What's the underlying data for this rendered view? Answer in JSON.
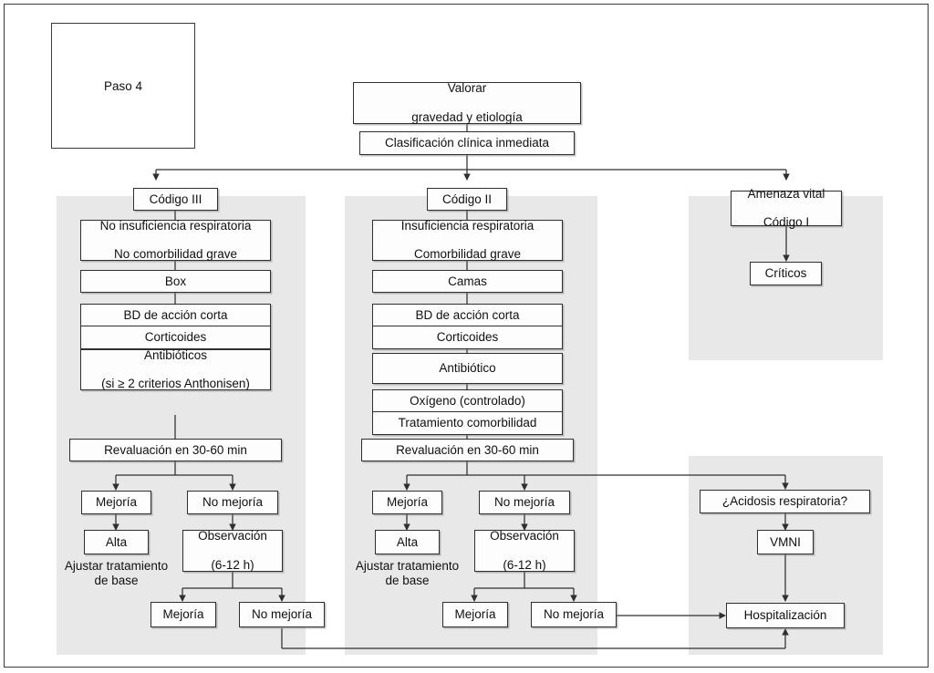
{
  "title_box": {
    "label": "Paso 4"
  },
  "header": {
    "assess": "Valorar\ngravedad y etiología",
    "assess_line1": "Valorar",
    "assess_line2": "gravedad y etiología",
    "classify": "Clasificación clínica inmediata"
  },
  "branches": {
    "left": {
      "code": "Código III"
    },
    "middle": {
      "code": "Código II"
    },
    "right": {
      "code_line1": "Amenaza vital",
      "code_line2": "Código I"
    }
  },
  "left_column": {
    "criteria_line1": "No insuficiencia respiratoria",
    "criteria_line2": "No comorbilidad grave",
    "location": "Box",
    "drug1": "BD de acción corta",
    "drug2": "Corticoides",
    "antibiotics_line1": "Antibióticos",
    "antibiotics_line2": "(si ≥ 2 criterios Anthonisen)",
    "reassess": "Revaluación en 30-60 min",
    "improve": "Mejoría",
    "no_improve": "No mejoría",
    "discharge": "Alta",
    "adjust_line1": "Ajustar tratamiento",
    "adjust_line2": "de base",
    "observation_line1": "Observación",
    "observation_line2": "(6-12 h)",
    "improve2": "Mejoría",
    "no_improve2": "No mejoría"
  },
  "middle_column": {
    "criteria_line1": "Insuficiencia respiratoria",
    "criteria_line2": "Comorbilidad grave",
    "location": "Camas",
    "drug1": "BD de acción corta",
    "drug2": "Corticoides",
    "antibiotic": "Antibiótico",
    "oxygen": "Oxígeno (controlado)",
    "comorbidity": "Tratamiento comorbilidad",
    "reassess": "Revaluación en 30-60 min",
    "improve": "Mejoría",
    "no_improve": "No mejoría",
    "discharge": "Alta",
    "adjust_line1": "Ajustar tratamiento",
    "adjust_line2": "de base",
    "observation_line1": "Observación",
    "observation_line2": "(6-12 h)",
    "improve2": "Mejoría",
    "no_improve2": "No mejoría"
  },
  "right_column": {
    "critical": "Críticos",
    "acidosis": "¿Acidosis respiratoria?",
    "vmni": "VMNI",
    "hospital": "Hospitalización"
  },
  "colors": {
    "panel_gray": "#e8e8e8",
    "border": "#2f2f2f",
    "frame": "#3b3b3b",
    "box_fill": "#fdfdfd",
    "text": "#101010"
  }
}
